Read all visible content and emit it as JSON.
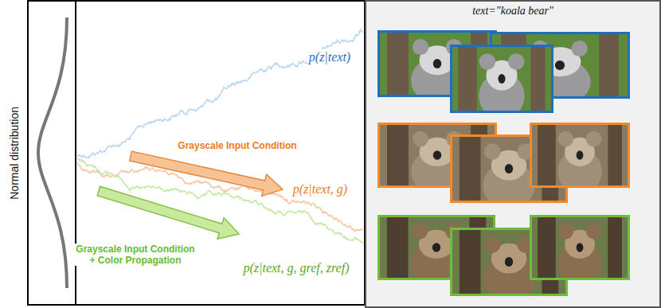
{
  "diagram": {
    "nodes": [
      {
        "text": [
          "text=\"koala bear\""
        ]
      }
    ],
    "labels": [
      "Normal distribution",
      "p(z|text)",
      "Grayscale Input Condition",
      "p(z|text, g)",
      "Grayscale Input Condition + Color Propagation",
      "p(z|text, g, gref, zref)"
    ]
  }
}
